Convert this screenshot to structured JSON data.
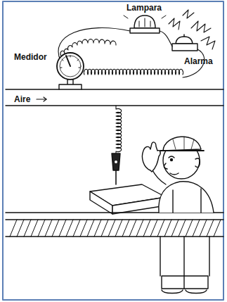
{
  "diagram": {
    "labels": [
      "Lampara",
      "Alarma",
      "Medidor",
      "Aire"
    ]
  }
}
